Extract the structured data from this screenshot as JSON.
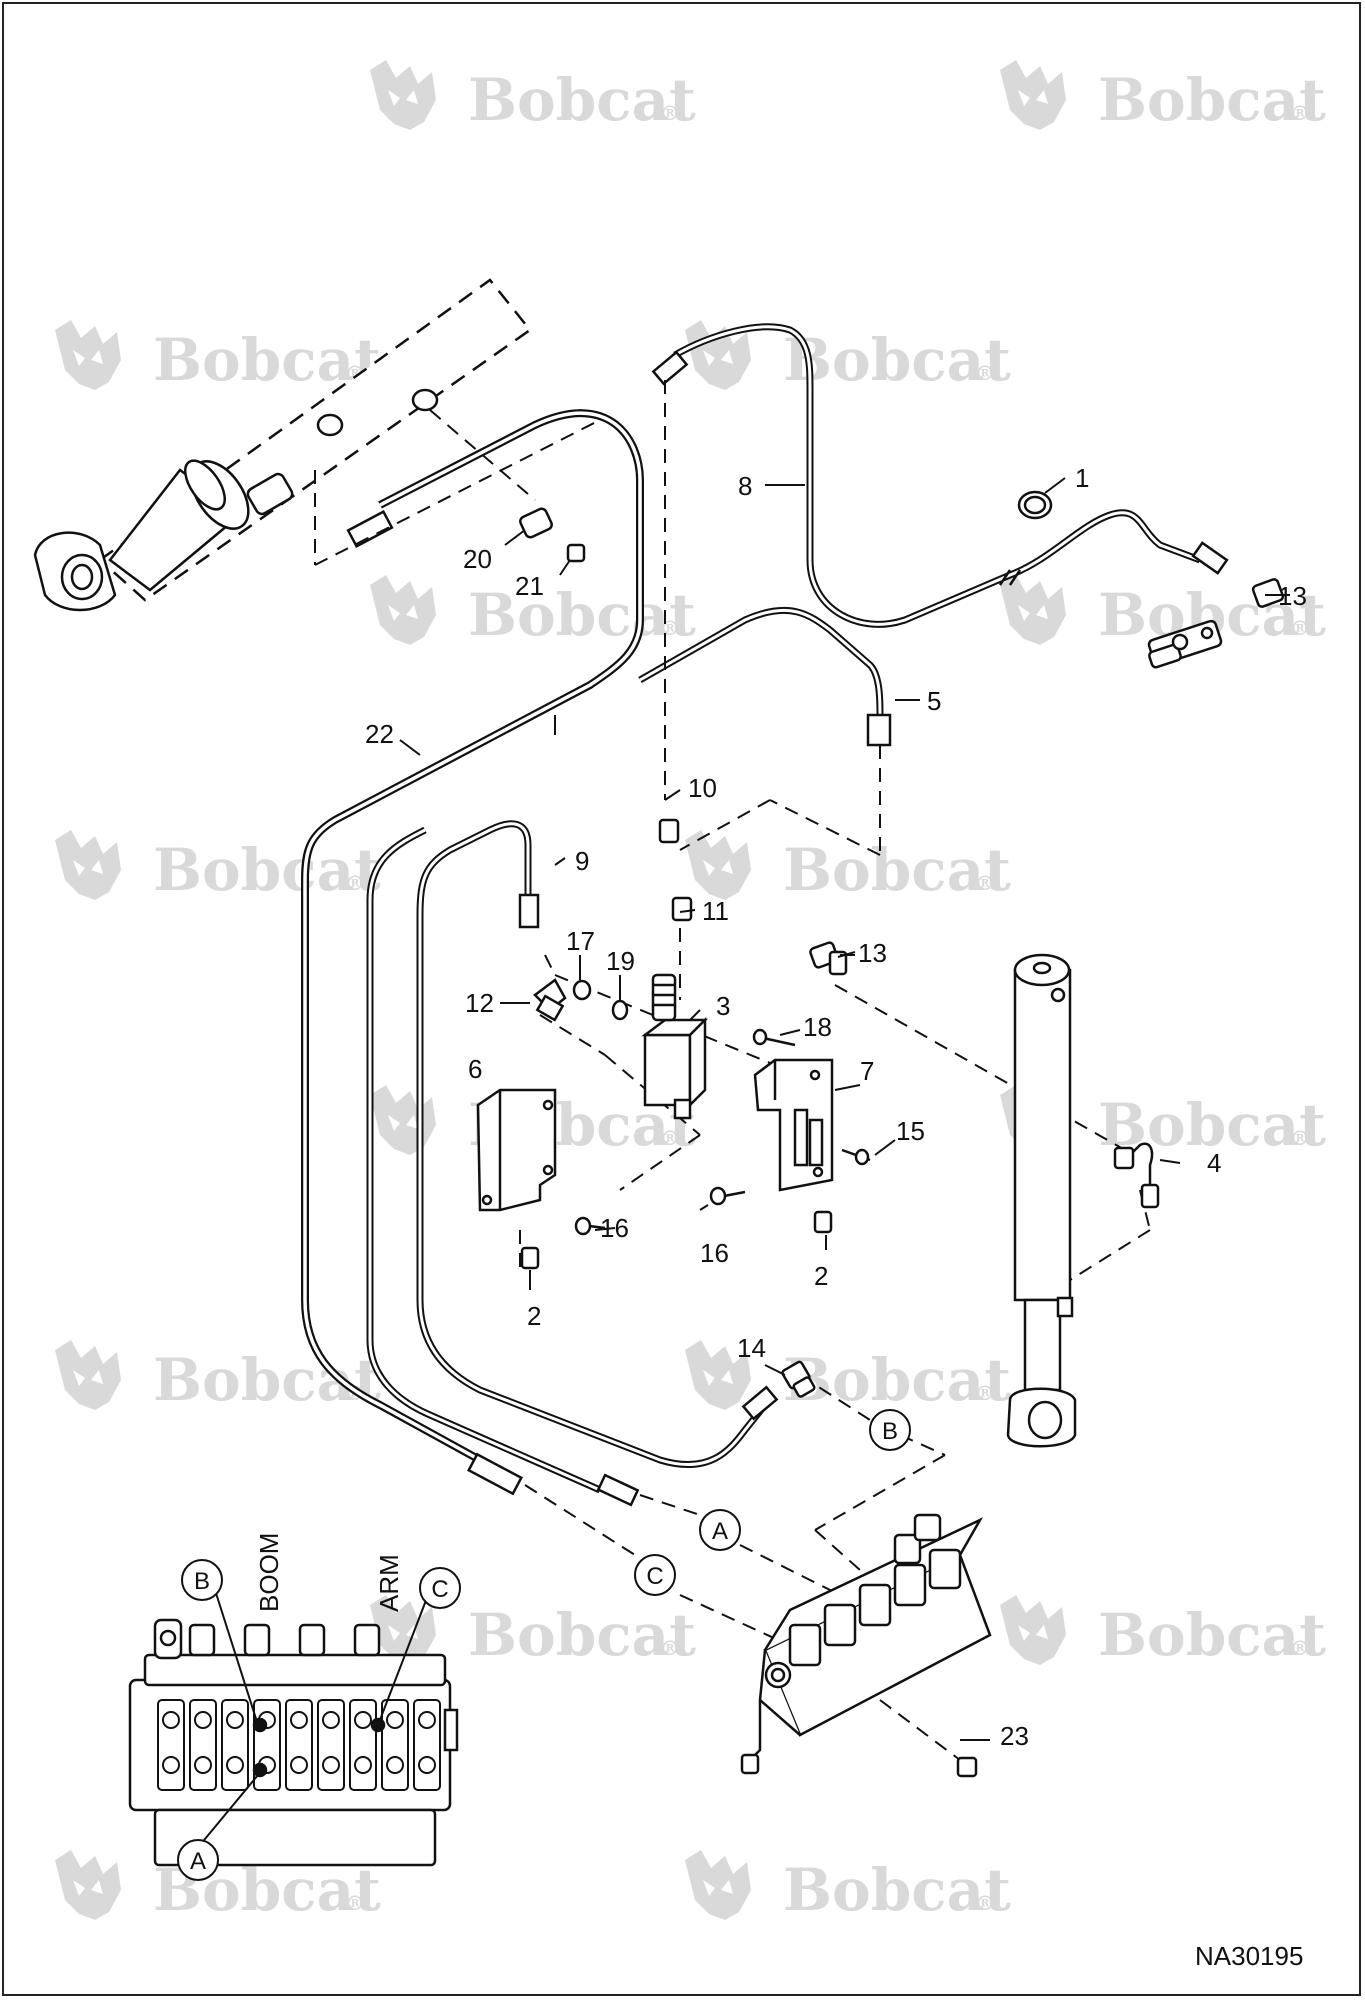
{
  "drawing_id": "NA30195",
  "watermark": {
    "brand": "Bobcat",
    "mark": "®"
  },
  "valve_labels": {
    "boom": "BOOM",
    "arm": "ARM"
  },
  "circle_refs": {
    "a": "A",
    "b": "B",
    "c": "C"
  },
  "callouts": [
    "1",
    "2",
    "3",
    "4",
    "5",
    "6",
    "7",
    "8",
    "9",
    "10",
    "11",
    "12",
    "13",
    "14",
    "15",
    "16",
    "17",
    "18",
    "19",
    "20",
    "21",
    "22",
    "23"
  ],
  "colors": {
    "line": "#111111",
    "watermark": "#d9d9d9",
    "background": "#ffffff"
  }
}
